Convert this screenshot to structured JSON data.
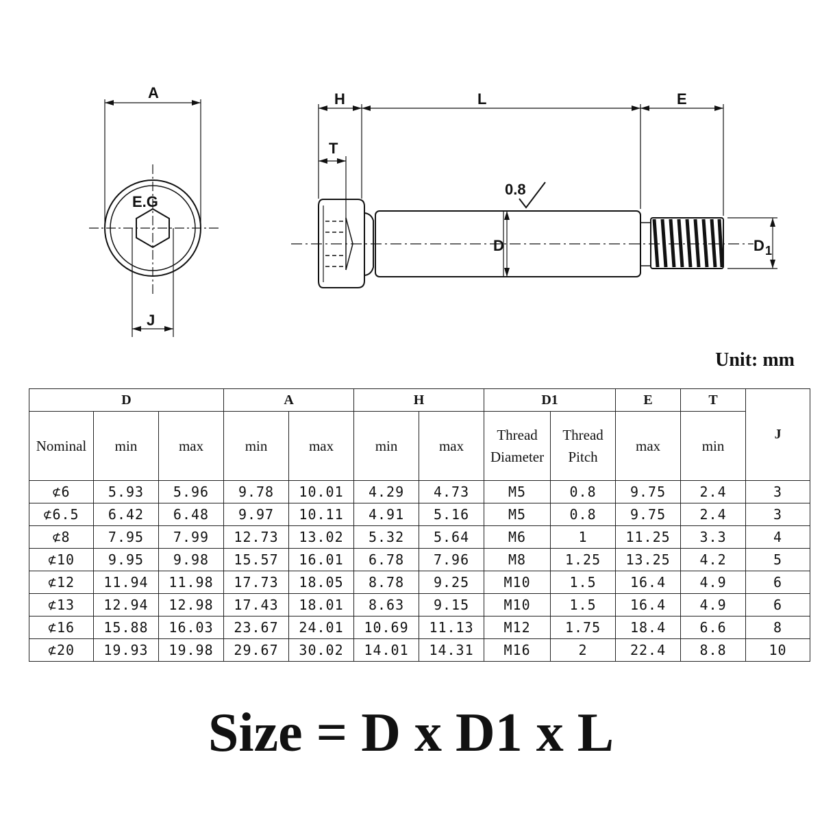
{
  "drawing": {
    "labels": {
      "A": "A",
      "J": "J",
      "E_G": "E.G",
      "H": "H",
      "L": "L",
      "E": "E",
      "T": "T",
      "D": "D",
      "D1": "D",
      "D1_sub": "1",
      "roughness": "0.8"
    }
  },
  "unit_note": "Unit: mm",
  "table": {
    "groups": {
      "D": "D",
      "A": "A",
      "H": "H",
      "D1": "D1",
      "E": "E",
      "T": "T",
      "J": "J"
    },
    "subheaders": {
      "nominal": "Nominal",
      "d_min": "min",
      "d_max": "max",
      "a_min": "min",
      "a_max": "max",
      "h_min": "min",
      "h_max": "max",
      "thread_diameter_1": "Thread",
      "thread_diameter_2": "Diameter",
      "thread_pitch_1": "Thread",
      "thread_pitch_2": "Pitch",
      "e_max": "max",
      "t_min": "min"
    },
    "rows": [
      [
        "⊄6",
        "5.93",
        "5.96",
        "9.78",
        "10.01",
        "4.29",
        "4.73",
        "M5",
        "0.8",
        "9.75",
        "2.4",
        "3"
      ],
      [
        "⊄6.5",
        "6.42",
        "6.48",
        "9.97",
        "10.11",
        "4.91",
        "5.16",
        "M5",
        "0.8",
        "9.75",
        "2.4",
        "3"
      ],
      [
        "⊄8",
        "7.95",
        "7.99",
        "12.73",
        "13.02",
        "5.32",
        "5.64",
        "M6",
        "1",
        "11.25",
        "3.3",
        "4"
      ],
      [
        "⊄10",
        "9.95",
        "9.98",
        "15.57",
        "16.01",
        "6.78",
        "7.96",
        "M8",
        "1.25",
        "13.25",
        "4.2",
        "5"
      ],
      [
        "⊄12",
        "11.94",
        "11.98",
        "17.73",
        "18.05",
        "8.78",
        "9.25",
        "M10",
        "1.5",
        "16.4",
        "4.9",
        "6"
      ],
      [
        "⊄13",
        "12.94",
        "12.98",
        "17.43",
        "18.01",
        "8.63",
        "9.15",
        "M10",
        "1.5",
        "16.4",
        "4.9",
        "6"
      ],
      [
        "⊄16",
        "15.88",
        "16.03",
        "23.67",
        "24.01",
        "10.69",
        "11.13",
        "M12",
        "1.75",
        "18.4",
        "6.6",
        "8"
      ],
      [
        "⊄20",
        "19.93",
        "19.98",
        "29.67",
        "30.02",
        "14.01",
        "14.31",
        "M16",
        "2",
        "22.4",
        "8.8",
        "10"
      ]
    ]
  },
  "size_formula": "Size = D x D1 x L"
}
